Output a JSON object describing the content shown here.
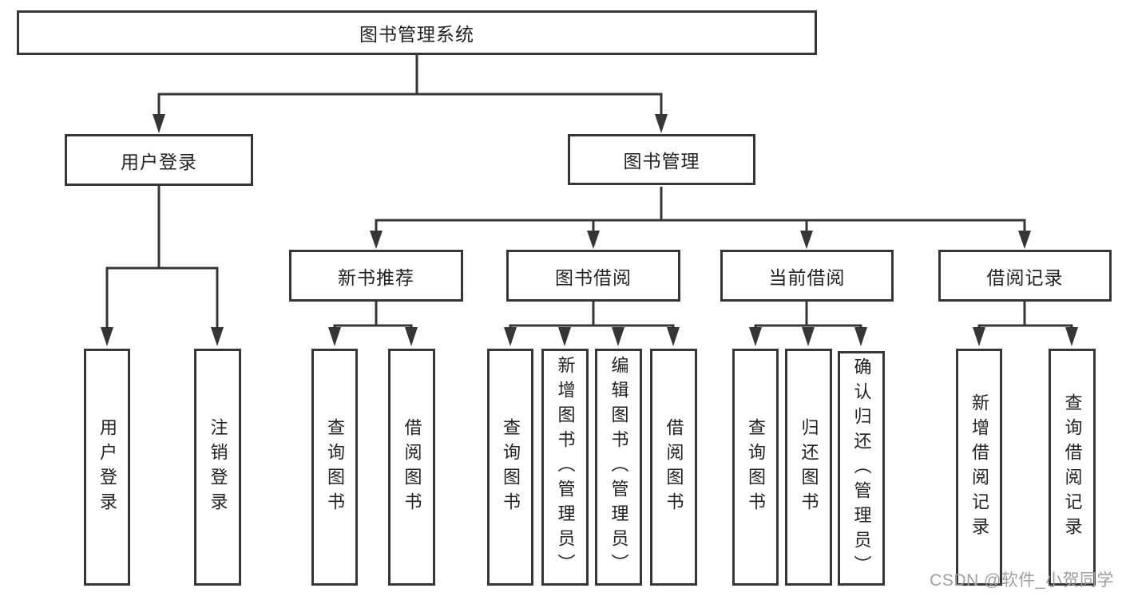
{
  "diagram": {
    "root": {
      "label": "图书管理系统"
    },
    "branches": [
      {
        "label": "用户登录",
        "children": [
          {
            "label": "用户登录"
          },
          {
            "label": "注销登录"
          }
        ]
      },
      {
        "label": "图书管理",
        "children": [
          {
            "label": "新书推荐",
            "children": [
              {
                "label": "查询图书"
              },
              {
                "label": "借阅图书"
              }
            ]
          },
          {
            "label": "图书借阅",
            "children": [
              {
                "label": "查询图书"
              },
              {
                "label": "新增图书（管理员）"
              },
              {
                "label": "编辑图书（管理员）"
              },
              {
                "label": "借阅图书"
              }
            ]
          },
          {
            "label": "当前借阅",
            "children": [
              {
                "label": "查询图书"
              },
              {
                "label": "归还图书"
              },
              {
                "label": "确认归还（管理员）"
              }
            ]
          },
          {
            "label": "借阅记录",
            "children": [
              {
                "label": "新增借阅记录"
              },
              {
                "label": "查询借阅记录"
              }
            ]
          }
        ]
      }
    ]
  },
  "watermark": {
    "text": "CSDN @软件_小贺同学"
  },
  "colors": {
    "line": "#363636",
    "box_border": "#363636",
    "text": "#222222",
    "watermark": "#9e9e9e",
    "background": "#ffffff"
  }
}
